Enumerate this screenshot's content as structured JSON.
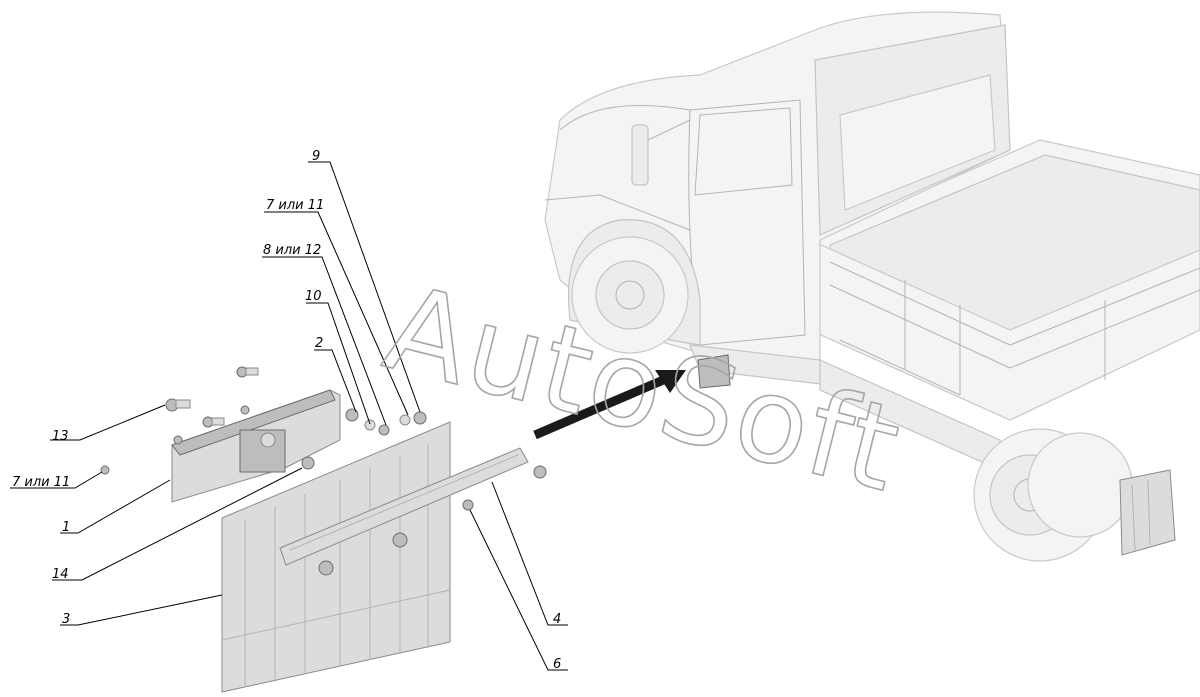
{
  "watermark": "AutoSoft",
  "colors": {
    "background": "#ffffff",
    "truck": "#f4f4f4",
    "part": "#dcdcdc",
    "arrow": "#1a1a1a"
  },
  "callouts": [
    {
      "id": "c9",
      "text": "9"
    },
    {
      "id": "c7a",
      "text": "7 или 11"
    },
    {
      "id": "c8",
      "text": "8 или 12"
    },
    {
      "id": "c10",
      "text": "10"
    },
    {
      "id": "c2",
      "text": "2"
    },
    {
      "id": "c13",
      "text": "13"
    },
    {
      "id": "c7b",
      "text": "7 или 11"
    },
    {
      "id": "c1",
      "text": "1"
    },
    {
      "id": "c14",
      "text": "14"
    },
    {
      "id": "c3",
      "text": "3"
    },
    {
      "id": "c4",
      "text": "4"
    },
    {
      "id": "c6",
      "text": "6"
    }
  ]
}
